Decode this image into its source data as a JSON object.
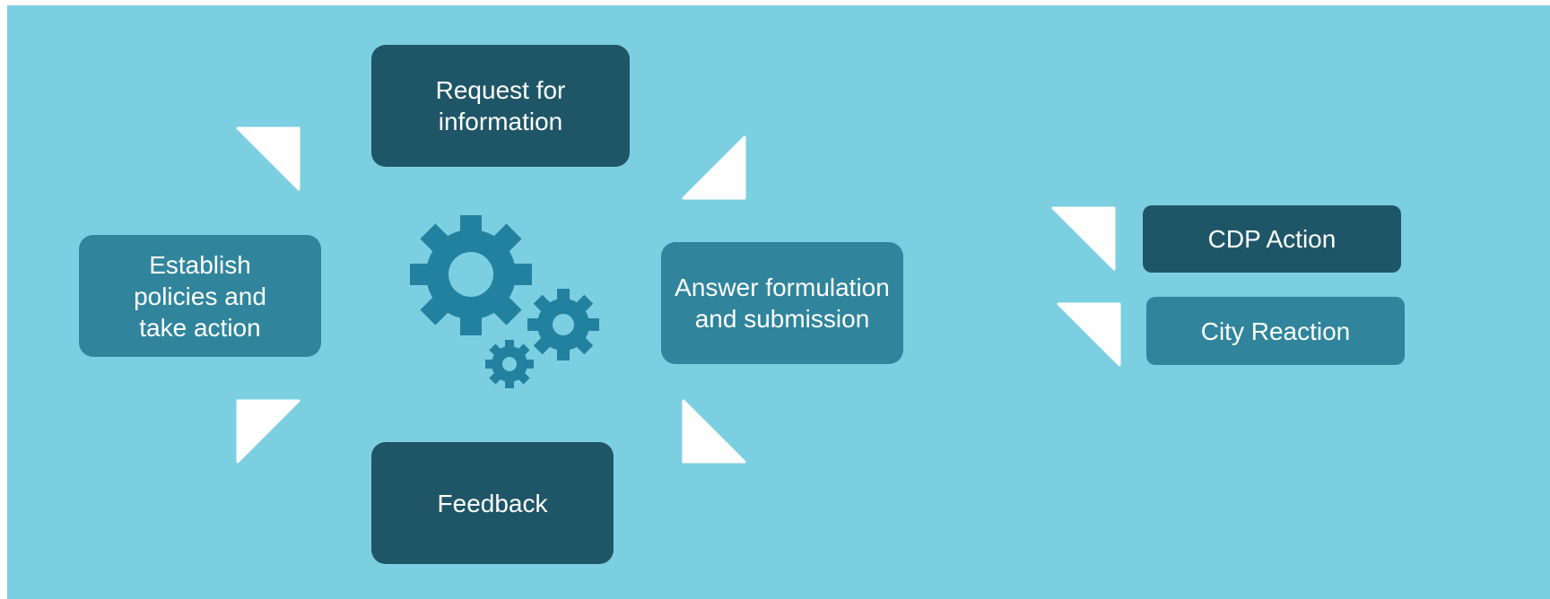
{
  "cycle": {
    "request": "Request for information",
    "answer": "Answer formulation and submission",
    "feedback": "Feedback",
    "establish": "Establish policies and take action"
  },
  "legend": {
    "cdp_action": "CDP Action",
    "city_reaction": "City Reaction"
  },
  "icons": {
    "center": "gears-icon",
    "arrows": "triangle-arrow-icon"
  },
  "colors": {
    "background": "#7ccfe0",
    "cdp_action": "#1f5667",
    "city_reaction": "#30859c",
    "gears": "#2381a0",
    "arrows": "#ffffff"
  }
}
